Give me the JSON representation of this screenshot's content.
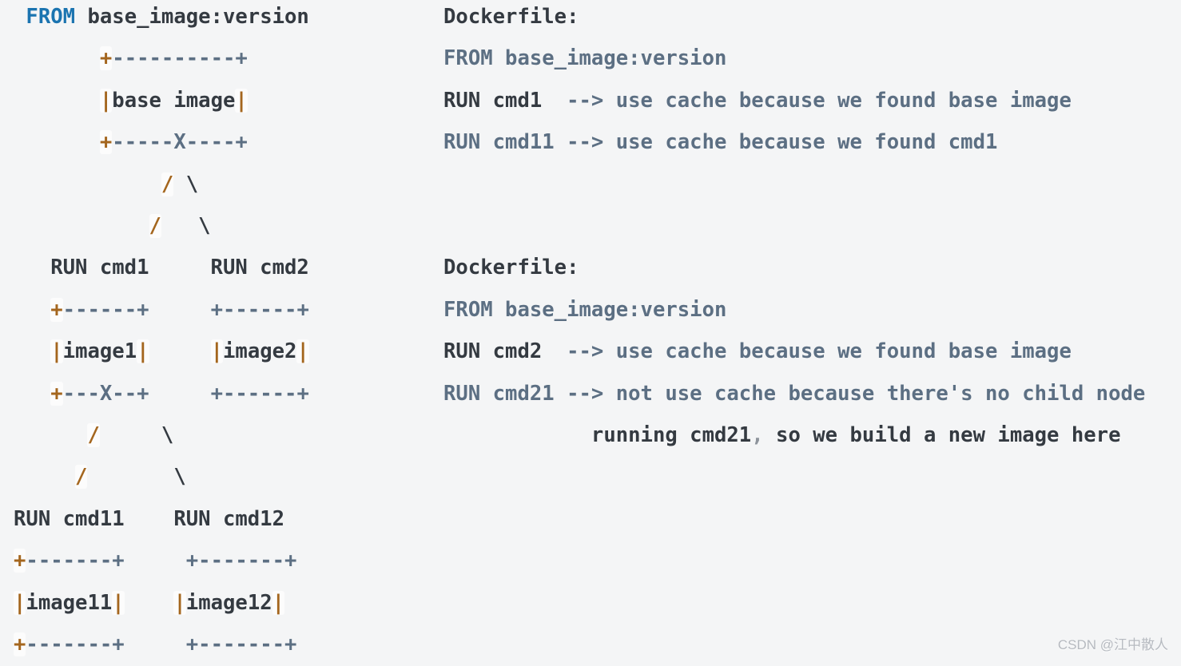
{
  "colors": {
    "background": "#f4f5f6",
    "keyword_blue": "#1b74b0",
    "text_dark": "#343a41",
    "slate_blue_gray": "#5c6f83",
    "accent_orange": "#a4661e",
    "punct_gray": "#8d939b",
    "watermark_gray": "#b6bac0"
  },
  "watermark": "CSDN @江中散人",
  "lines": [
    {
      "left": [
        {
          "t": " ",
          "c": "d"
        },
        {
          "t": "FROM",
          "c": "k"
        },
        {
          "t": " base_image:version",
          "c": "d"
        }
      ],
      "right": [
        {
          "t": "Dockerfile:",
          "c": "d"
        }
      ]
    },
    {
      "left": [
        {
          "t": "       ",
          "c": "d"
        },
        {
          "t": "+",
          "c": "o"
        },
        {
          "t": "----------+",
          "c": "s"
        }
      ],
      "right": [
        {
          "t": "FROM base_image:version",
          "c": "s"
        }
      ]
    },
    {
      "left": [
        {
          "t": "       ",
          "c": "d"
        },
        {
          "t": "|",
          "c": "o"
        },
        {
          "t": "base image",
          "c": "d"
        },
        {
          "t": "|",
          "c": "o"
        }
      ],
      "right": [
        {
          "t": "RUN cmd1",
          "c": "d"
        },
        {
          "t": "  --> use cache because we found base image",
          "c": "s"
        }
      ]
    },
    {
      "left": [
        {
          "t": "       ",
          "c": "d"
        },
        {
          "t": "+",
          "c": "o"
        },
        {
          "t": "-----X----+",
          "c": "s"
        }
      ],
      "right": [
        {
          "t": "RUN cmd11 --> use cache because we found cmd1",
          "c": "s"
        }
      ]
    },
    {
      "left": [
        {
          "t": "            ",
          "c": "d"
        },
        {
          "t": "/",
          "c": "o"
        },
        {
          "t": " ",
          "c": "d"
        },
        {
          "t": "\\",
          "c": "d"
        }
      ],
      "right": []
    },
    {
      "left": [
        {
          "t": "           ",
          "c": "d"
        },
        {
          "t": "/",
          "c": "o"
        },
        {
          "t": "   ",
          "c": "d"
        },
        {
          "t": "\\",
          "c": "d"
        }
      ],
      "right": []
    },
    {
      "left": [
        {
          "t": "   RUN cmd1     RUN cmd2",
          "c": "d"
        }
      ],
      "right": [
        {
          "t": "Dockerfile:",
          "c": "d"
        }
      ]
    },
    {
      "left": [
        {
          "t": "   ",
          "c": "d"
        },
        {
          "t": "+",
          "c": "o"
        },
        {
          "t": "------+",
          "c": "s"
        },
        {
          "t": "     ",
          "c": "d"
        },
        {
          "t": "+------+",
          "c": "s"
        }
      ],
      "right": [
        {
          "t": "FROM base_image:version",
          "c": "s"
        }
      ]
    },
    {
      "left": [
        {
          "t": "   ",
          "c": "d"
        },
        {
          "t": "|",
          "c": "o"
        },
        {
          "t": "image1",
          "c": "d"
        },
        {
          "t": "|",
          "c": "o"
        },
        {
          "t": "     ",
          "c": "d"
        },
        {
          "t": "|",
          "c": "o"
        },
        {
          "t": "image2",
          "c": "d"
        },
        {
          "t": "|",
          "c": "o"
        }
      ],
      "right": [
        {
          "t": "RUN cmd2",
          "c": "d"
        },
        {
          "t": "  --> use cache because we found base image",
          "c": "s"
        }
      ]
    },
    {
      "left": [
        {
          "t": "   ",
          "c": "d"
        },
        {
          "t": "+",
          "c": "o"
        },
        {
          "t": "---X--+",
          "c": "s"
        },
        {
          "t": "     ",
          "c": "d"
        },
        {
          "t": "+------+",
          "c": "s"
        }
      ],
      "right": [
        {
          "t": "RUN cmd21 --> not use cache because there's no child node",
          "c": "s"
        }
      ]
    },
    {
      "left": [
        {
          "t": "      ",
          "c": "d"
        },
        {
          "t": "/",
          "c": "o"
        },
        {
          "t": "     ",
          "c": "d"
        },
        {
          "t": "\\",
          "c": "d"
        }
      ],
      "right": [
        {
          "t": "            running cmd21",
          "c": "d"
        },
        {
          "t": ",",
          "c": "m"
        },
        {
          "t": " so we build a new image here",
          "c": "d"
        }
      ]
    },
    {
      "left": [
        {
          "t": "     ",
          "c": "d"
        },
        {
          "t": "/",
          "c": "o"
        },
        {
          "t": "       ",
          "c": "d"
        },
        {
          "t": "\\",
          "c": "d"
        }
      ],
      "right": []
    },
    {
      "left": [
        {
          "t": "RUN cmd11    RUN cmd12",
          "c": "d"
        }
      ],
      "right": []
    },
    {
      "left": [
        {
          "t": "+",
          "c": "o"
        },
        {
          "t": "-------+",
          "c": "s"
        },
        {
          "t": "     ",
          "c": "d"
        },
        {
          "t": "+-------+",
          "c": "s"
        }
      ],
      "right": []
    },
    {
      "left": [
        {
          "t": "|",
          "c": "o"
        },
        {
          "t": "image11",
          "c": "d"
        },
        {
          "t": "|",
          "c": "o"
        },
        {
          "t": "    ",
          "c": "d"
        },
        {
          "t": "|",
          "c": "o"
        },
        {
          "t": "image12",
          "c": "d"
        },
        {
          "t": "|",
          "c": "o"
        }
      ],
      "right": []
    },
    {
      "left": [
        {
          "t": "+",
          "c": "o"
        },
        {
          "t": "-------+",
          "c": "s"
        },
        {
          "t": "     ",
          "c": "d"
        },
        {
          "t": "+-------+",
          "c": "s"
        }
      ],
      "right": []
    }
  ]
}
